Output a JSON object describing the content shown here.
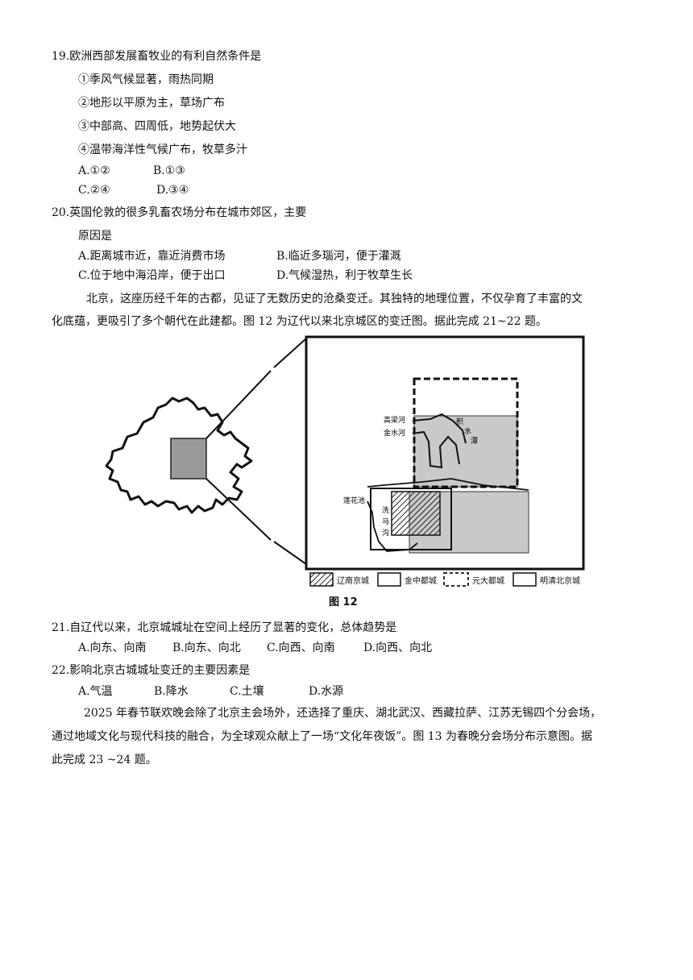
{
  "q19": {
    "stem": "19.欧洲西部发展畜牧业的有利自然条件是",
    "items": [
      "①季风气候显著，雨热同期",
      "②地形以平原为主，草场广布",
      "③中部高、四周低，地势起伏大",
      "④温带海洋性气候广布，牧草多汁"
    ],
    "options": [
      "A.①②",
      "B.①③",
      "C.②④",
      "D.③④"
    ]
  },
  "q20": {
    "stem_line1": "20.英国伦敦的很多乳畜农场分布在城市郊区，主要",
    "stem_line2": "原因是",
    "options": [
      "A.距离城市近，靠近消费市场",
      "B.临近多瑙河，便于灌溉",
      "C.位于地中海沿岸，便于出口",
      "D.气候湿热，利于牧草生长"
    ]
  },
  "passage1": {
    "line1": "北京，这座历经千年的古都，见证了无数历史的沧桑变迁。其独特的地理位置，不仅孕育了丰富的文",
    "line2": "化底蕴，更吸引了多个朝代在此建都。图 12 为辽代以来北京城区的变迁图。据此完成 21~22 题。"
  },
  "figure12": {
    "caption": "图 12",
    "labels": {
      "gaoliang": "高梁河",
      "jinshui": "金水河",
      "jishui1": "积",
      "jishui2": "水",
      "jishui3": "潭",
      "lianhua": "莲花池",
      "lianghe1": "洗",
      "lianghe2": "马",
      "lianghe3": "沟"
    },
    "legend": [
      "辽南京城",
      "金中都城",
      "元大都城",
      "明清北京城"
    ]
  },
  "q21": {
    "stem": "21.自辽代以来，北京城城址在空间上经历了显著的变化，总体趋势是",
    "options": [
      "A.向东、向南",
      "B.向东、向北",
      "C.向西、向南",
      "D.向西、向北"
    ]
  },
  "q22": {
    "stem": "22.影响北京古城城址变迁的主要因素是",
    "options": [
      "A.气温",
      "B.降水",
      "C.土壤",
      "D.水源"
    ]
  },
  "passage2": {
    "line1": "2025 年春节联欢晚会除了北京主会场外，还选择了重庆、湖北武汉、西藏拉萨、江苏无锡四个分会场，",
    "line2": "通过地域文化与现代科技的融合，为全球观众献上了一场“文化年夜饭”。图 13 为春晚分会场分布示意图。据",
    "line3": "此完成 23 ~24 题。"
  }
}
